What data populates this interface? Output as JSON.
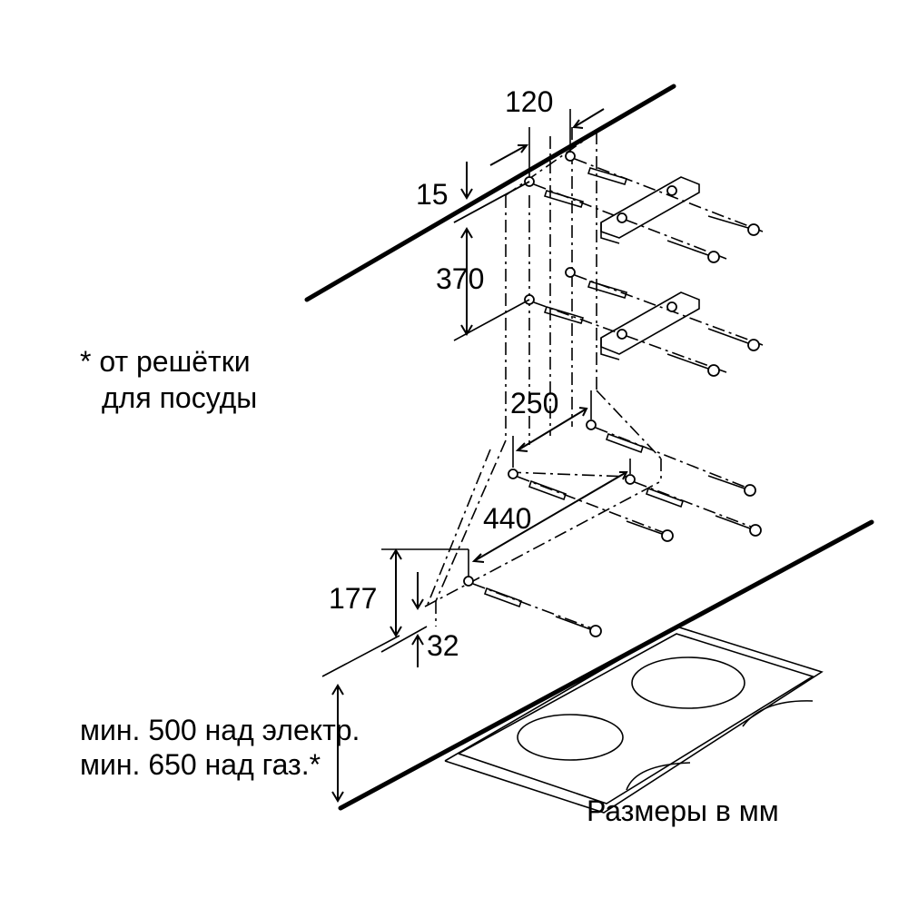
{
  "dimensions": {
    "d120": "120",
    "d15": "15",
    "d370": "370",
    "d250": "250",
    "d440": "440",
    "d177": "177",
    "d32": "32"
  },
  "notes": {
    "grid_note_line1": "* от решётки",
    "grid_note_line2": "для посуды",
    "min_line1": "мин. 500 над электр.",
    "min_line2": "мин. 650 над газ.*",
    "units": "Размеры в мм"
  }
}
